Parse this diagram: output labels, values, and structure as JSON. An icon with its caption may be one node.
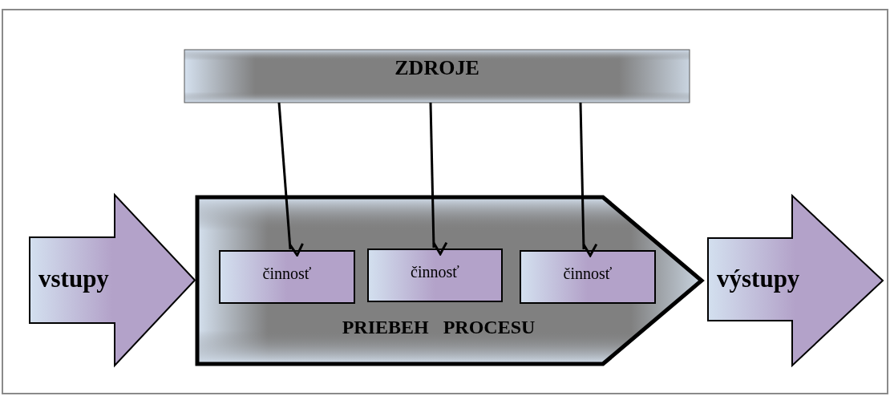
{
  "diagram": {
    "nodes": [
      {
        "text": [
          "ZDROJE"
        ]
      },
      {
        "text": [
          "vstupy"
        ]
      },
      {
        "text": [
          "PRIEBEH   PROCESU"
        ]
      },
      {
        "text": [
          "činnosť"
        ],
        "in": 2
      },
      {
        "text": [
          "činnosť"
        ],
        "in": 2
      },
      {
        "text": [
          "činnosť"
        ],
        "in": 2
      },
      {
        "text": [
          "výstupy"
        ]
      }
    ],
    "edges": [
      {
        "from": 0,
        "to": 3,
        "arrow": "to"
      },
      {
        "from": 0,
        "to": 4,
        "arrow": "to"
      },
      {
        "from": 0,
        "to": 5,
        "arrow": "to"
      }
    ]
  }
}
